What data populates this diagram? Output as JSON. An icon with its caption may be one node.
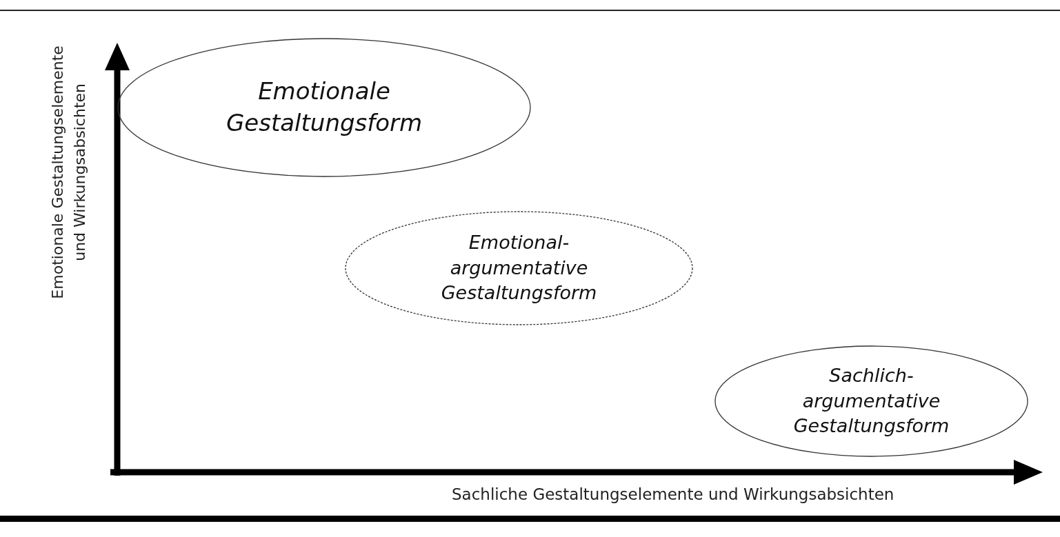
{
  "diagram": {
    "nodes": [
      {
        "text": [
          "Emotionale Gestaltungsform"
        ]
      },
      {
        "text": [
          "Emotional-argumentative Gestaltungsform"
        ]
      },
      {
        "text": [
          "Sachlich-argumentative Gestaltungsform"
        ]
      }
    ],
    "labels": [
      "Emotionale Gestaltungselemente und Wirkungsabsichten",
      "Sachliche Gestaltungselemente und Wirkungsabsichten"
    ]
  }
}
